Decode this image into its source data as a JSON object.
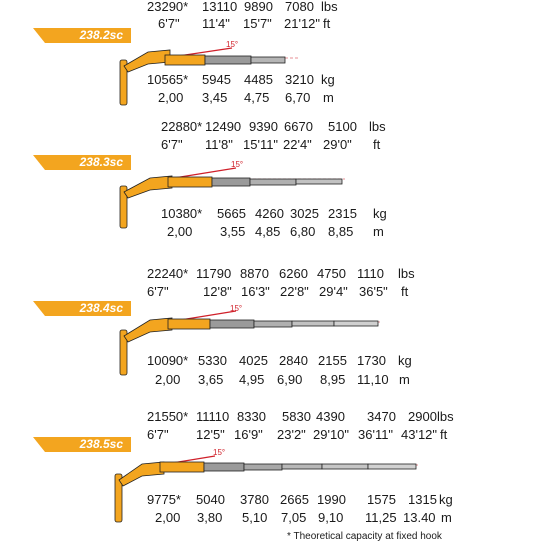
{
  "colors": {
    "tag_bg": "#f3a51f",
    "boom_yellow": "#f3a51f",
    "boom_gray": "#9a9a9a",
    "angle_line": "#d0202a"
  },
  "angle_label": "15°",
  "footnote": "* Theoretical capacity at fixed hook",
  "models": [
    {
      "name": "238.2sc",
      "lbs": [
        "23290*",
        "13110",
        "9890",
        "7080"
      ],
      "ft": [
        "6'7\"",
        "11'4\"",
        "15'7\"",
        "21'12\""
      ],
      "kg": [
        "10565*",
        "5945",
        "4485",
        "3210"
      ],
      "m": [
        "2,00",
        "3,45",
        "4,75",
        "6,70"
      ],
      "unit_lbs": "lbs",
      "unit_ft": "ft",
      "unit_kg": "kg",
      "unit_m": "m"
    },
    {
      "name": "238.3sc",
      "lbs": [
        "22880*",
        "12490",
        "9390",
        "6670",
        "5100"
      ],
      "ft": [
        "6'7\"",
        "11'8\"",
        "15'11\"",
        "22'4\"",
        "29'0\""
      ],
      "kg": [
        "10380*",
        "5665",
        "4260",
        "3025",
        "2315"
      ],
      "m": [
        "2,00",
        "3,55",
        "4,85",
        "6,80",
        "8,85"
      ],
      "unit_lbs": "lbs",
      "unit_ft": "ft",
      "unit_kg": "kg",
      "unit_m": "m"
    },
    {
      "name": "238.4sc",
      "lbs": [
        "22240*",
        "11790",
        "8870",
        "6260",
        "4750",
        "1110"
      ],
      "ft": [
        "6'7\"",
        "12'8\"",
        "16'3\"",
        "22'8\"",
        "29'4\"",
        "36'5\""
      ],
      "kg": [
        "10090*",
        "5330",
        "4025",
        "2840",
        "2155",
        "1730"
      ],
      "m": [
        "2,00",
        "3,65",
        "4,95",
        "6,90",
        "8,95",
        "11,10"
      ],
      "unit_lbs": "lbs",
      "unit_ft": "ft",
      "unit_kg": "kg",
      "unit_m": "m"
    },
    {
      "name": "238.5sc",
      "lbs": [
        "21550*",
        "11110",
        "8330",
        "5830",
        "4390",
        "3470",
        "2900"
      ],
      "ft": [
        "6'7\"",
        "12'5\"",
        "16'9\"",
        "23'2\"",
        "29'10\"",
        "36'11\"",
        "43'12\""
      ],
      "kg": [
        "9775*",
        "5040",
        "3780",
        "2665",
        "1990",
        "1575",
        "1315"
      ],
      "m": [
        "2,00",
        "3,80",
        "5,10",
        "7,05",
        "9,10",
        "11,25",
        "13.40"
      ],
      "unit_lbs": "lbs",
      "unit_ft": "ft",
      "unit_kg": "kg",
      "unit_m": "m"
    }
  ]
}
